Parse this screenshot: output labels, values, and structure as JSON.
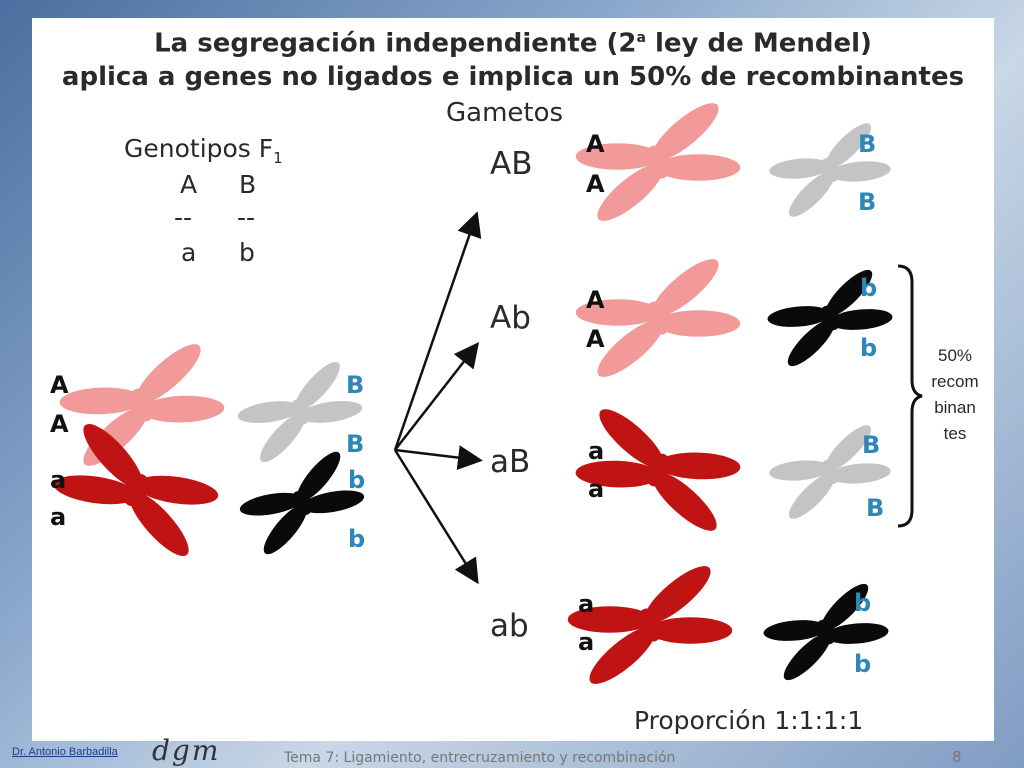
{
  "title": {
    "line1_a": "La segregación independiente (2",
    "line1_sup": "a",
    "line1_b": " ley de Mendel)",
    "line2": "aplica a genes no ligados e implica un 50% de recombinantes"
  },
  "gametes_heading": "Gametos",
  "genotypes": {
    "heading": "Genotipos F",
    "heading_sub": "1",
    "top": [
      "A",
      "B"
    ],
    "separator": [
      "--",
      "--"
    ],
    "bottom": [
      "a",
      "b"
    ]
  },
  "gamete_labels": [
    "AB",
    "Ab",
    "aB",
    "ab"
  ],
  "parent_alleles": {
    "red_top": [
      "A",
      "A"
    ],
    "red_bottom": [
      "a",
      "a"
    ],
    "gray_top": [
      "B",
      "B"
    ],
    "black_bottom": [
      "b",
      "b"
    ]
  },
  "gamete_alleles": {
    "AB": [
      "A",
      "A",
      "B",
      "B"
    ],
    "Ab": [
      "A",
      "A",
      "b",
      "b"
    ],
    "aB": [
      "a",
      "a",
      "B",
      "B"
    ],
    "ab": [
      "a",
      "a",
      "b",
      "b"
    ]
  },
  "recombinant_note": "50%\nrecom\nbinan\ntes",
  "proportion": "Proporción 1:1:1:1",
  "footer": {
    "author": "Dr. Antonio Barbadilla",
    "logo": "dgm",
    "topic": "Tema 7: Ligamiento, entrecruzamiento y recombinación",
    "slide_number": "8"
  },
  "colors": {
    "chromosome_light_red": "#f29a9a",
    "chromosome_dark_red": "#c01414",
    "chromosome_gray": "#c4c4c4",
    "chromosome_black": "#0a0a0a",
    "allele_label_dark": "#111111",
    "allele_label_light": "#2f86b8"
  }
}
